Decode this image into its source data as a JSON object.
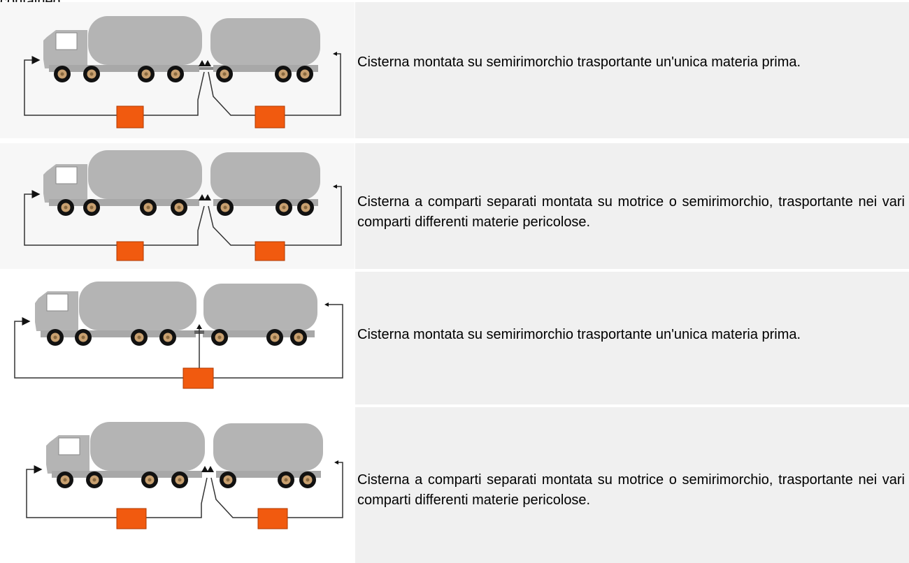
{
  "page": {
    "top_cut_text": "contained:",
    "background_right": "#f0f0f0",
    "image_background": "#f7f7f7",
    "truck_gray": "#b4b4b4",
    "plate_orange": "#f15a0f"
  },
  "rows": [
    {
      "caption": "Cisterna montata su semirimorchio trasportante un'unica materia prima.",
      "illustration": "tanker-truck-two-plates"
    },
    {
      "caption": "Cisterna a comparti separati montata su motrice o semirimorchio, trasportante nei vari comparti differenti materie pericolose.",
      "illustration": "tanker-truck-two-plates"
    },
    {
      "caption": "Cisterna montata su semirimorchio trasportante un'unica materia prima.",
      "illustration": "tanker-truck-one-plate"
    },
    {
      "caption": "Cisterna a comparti separati montata su motrice o semirimorchio, trasportante nei vari comparti differenti materie pericolose.",
      "illustration": "tanker-truck-two-plates"
    }
  ]
}
